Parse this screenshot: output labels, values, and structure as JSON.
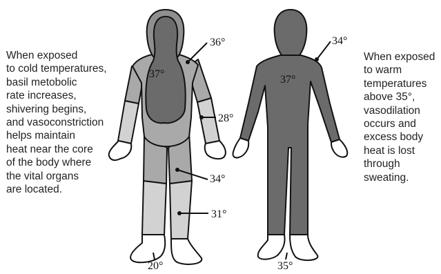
{
  "left_text": [
    "When exposed",
    "to cold temperatures,",
    "basil metobolic",
    "rate increases,",
    "shivering begins,",
    "and vasoconstriction",
    "helps maintain",
    "heat near the core",
    "of the body where",
    "the vital organs",
    "are located."
  ],
  "right_text": [
    "When exposed",
    "to warm",
    "temperatures",
    "above 35°,",
    "vasodilation",
    "occurs and",
    "excess body",
    "heat is lost",
    "through",
    "sweating."
  ],
  "cold_figure": {
    "core_temp": "37°",
    "shoulder_temp": "36°",
    "forearm_temp": "28°",
    "thigh_temp": "34°",
    "shin_temp": "31°",
    "foot_temp": "20°"
  },
  "warm_figure": {
    "core_temp": "37°",
    "shoulder_temp": "34°",
    "foot_temp": "35°"
  },
  "colors": {
    "core": "#6b6b6b",
    "warm_shell": "#8f8f8f",
    "mid_shell": "#a9a9a9",
    "cool_shell": "#d2d2d2",
    "cold_shell": "#ffffff",
    "outline": "#111111"
  }
}
